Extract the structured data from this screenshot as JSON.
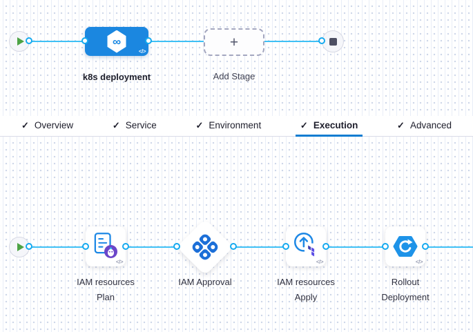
{
  "pipeline": {
    "stage_name": "k8s deployment",
    "add_stage_label": "Add Stage"
  },
  "tabs": {
    "items": [
      {
        "label": "Overview",
        "active": false
      },
      {
        "label": "Service",
        "active": false
      },
      {
        "label": "Environment",
        "active": false
      },
      {
        "label": "Execution",
        "active": true
      },
      {
        "label": "Advanced",
        "active": false
      }
    ]
  },
  "execution": {
    "steps": [
      {
        "type": "terraform-plan",
        "name": [
          "IAM resources",
          "Plan"
        ]
      },
      {
        "type": "approval",
        "name": [
          "IAM Approval"
        ]
      },
      {
        "type": "terraform-apply",
        "name": [
          "IAM resources",
          "Apply"
        ]
      },
      {
        "type": "rollout",
        "name": [
          "Rollout",
          "Deployment"
        ]
      }
    ]
  },
  "icons": {
    "code": "</>",
    "check": "✓",
    "plus": "+",
    "infinity": "∞"
  },
  "colors": {
    "connector_line": "#3fc0f5",
    "connector_ring": "#14a9ef",
    "stage_node_blue": "#1b87e0",
    "approval_blue": "#1c6fd8",
    "tab_underline": "#0c7cd1",
    "terraform_purple": "#5c4ee5",
    "terraform_dark_purple": "#4040b2",
    "plan_badge_purple": "#6b46c9",
    "play_green": "#4da345",
    "stop_slate": "#4d4f63"
  }
}
